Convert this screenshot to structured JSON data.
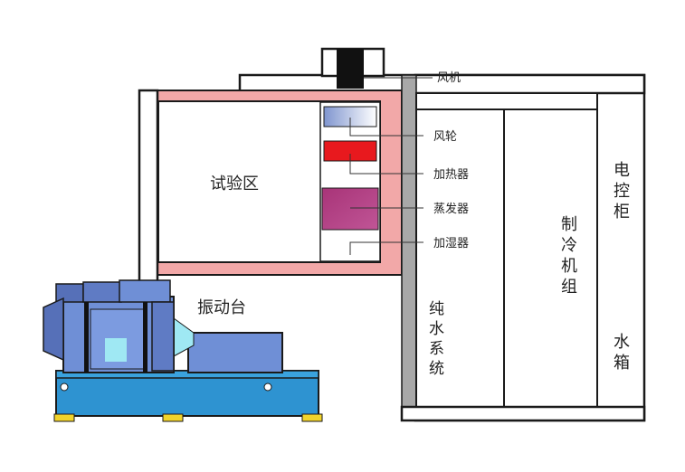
{
  "labels": {
    "test_zone": "试验区",
    "vibration_table": "振动台",
    "fan_motor": "风机",
    "fan_wheel": "风轮",
    "heater": "加热器",
    "evaporator": "蒸发器",
    "humidifier": "加湿器",
    "pure_water_system": [
      "纯",
      "水",
      "系",
      "统"
    ],
    "refrigeration_unit": [
      "制",
      "冷",
      "机",
      "组"
    ],
    "control_cabinet": [
      "电",
      "控",
      "柜"
    ],
    "water_tank": [
      "水",
      "箱"
    ]
  },
  "colors": {
    "outline": "#1a1a1a",
    "chamber_lining": "#f2a8a8",
    "wall_gray": "#a8a8a8",
    "heater_red": "#e8191e",
    "evaporator_purple": "#b03a84",
    "fan_wheel_blue": "#8fa6d8",
    "shaker_blue": "#6f8fd6",
    "shaker_dark": "#5670b8",
    "base_blue": "#2e93d1",
    "foot_yellow": "#f1d32a",
    "cyan_accent": "#9fe8f3"
  }
}
